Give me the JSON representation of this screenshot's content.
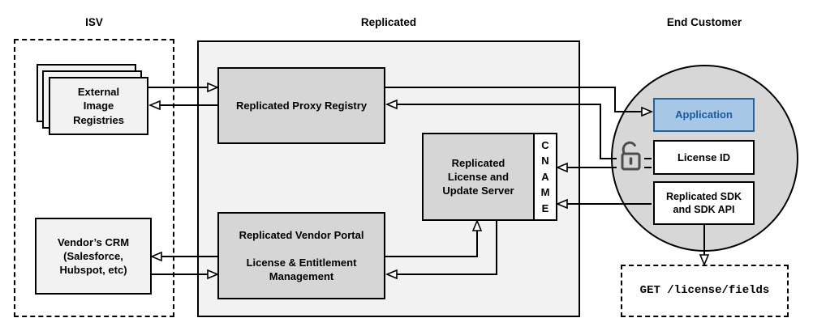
{
  "sections": {
    "isv": {
      "label": "ISV"
    },
    "replicated": {
      "label": "Replicated"
    },
    "end_customer": {
      "label": "End Customer"
    }
  },
  "nodes": {
    "external_registries": {
      "label": "External\nImage\nRegistries"
    },
    "proxy_registry": {
      "label": "Replicated Proxy Registry"
    },
    "license_server": {
      "label": "Replicated\nLicense and\nUpdate Server"
    },
    "cname": {
      "label": "CNAME"
    },
    "vendor_portal": {
      "label": "Replicated Vendor Portal\n\nLicense & Entitlement\nManagement"
    },
    "vendors_crm": {
      "label": "Vendor’s CRM\n(Salesforce,\nHubspot, etc)"
    },
    "application": {
      "label": "Application"
    },
    "license_id": {
      "label": "License ID"
    },
    "replicated_sdk": {
      "label": "Replicated SDK\nand SDK API"
    },
    "get_request": {
      "label": "GET /license/fields"
    }
  },
  "icons": {
    "lock": "open-padlock-icon"
  },
  "colors": {
    "section_fill": "#f2f2f2",
    "node_gray_fill": "#d6d6d6",
    "circle_fill": "#d7d7d7",
    "application_fill": "#a7c7e7",
    "application_border": "#22639c",
    "application_text": "#1a5a9e",
    "line_color": "#000000",
    "lock_stroke": "#4d4d4d"
  }
}
